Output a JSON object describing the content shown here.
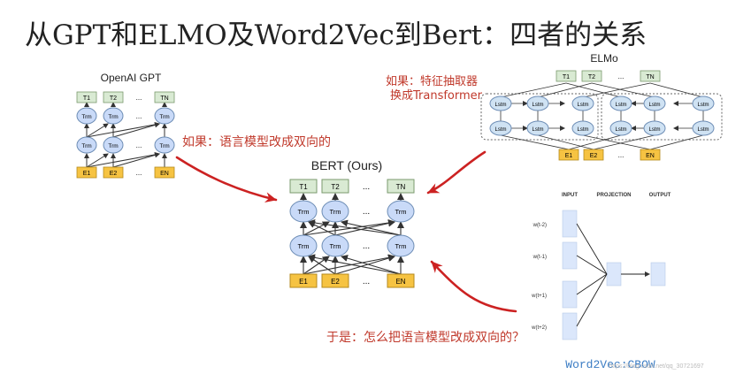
{
  "title": "从GPT和ELMO及Word2Vec到Bert：四者的关系",
  "colors": {
    "green_box": "#d9ead3",
    "yellow_box": "#f6c342",
    "trm_fill": "#c9daf8",
    "lstm_fill": "#cfe2f3",
    "node_stroke": "#6d8db5",
    "red_text": "#c0392b",
    "arrow_red": "#cc2222",
    "w2v_block": "#dbe7fb",
    "w2v_label": "#3c7dc4"
  },
  "gpt": {
    "title": "OpenAI GPT",
    "outputs": [
      "T1",
      "T2",
      "...",
      "TN"
    ],
    "layer_label": "Trm",
    "inputs": [
      "E1",
      "E2",
      "...",
      "EN"
    ]
  },
  "elmo": {
    "title": "ELMo",
    "outputs": [
      "T1",
      "T2",
      "...",
      "TN"
    ],
    "cell_label": "Lstm",
    "inputs": [
      "E1",
      "E2",
      "...",
      "EN"
    ]
  },
  "bert": {
    "title": "BERT (Ours)",
    "outputs": [
      "T1",
      "T2",
      "...",
      "TN"
    ],
    "layer_label": "Trm",
    "inputs": [
      "E1",
      "E2",
      "...",
      "EN"
    ]
  },
  "w2v": {
    "headers": [
      "INPUT",
      "PROJECTION",
      "OUTPUT"
    ],
    "inputs": [
      "w(t-2)",
      "w(t-1)",
      "w(t+1)",
      "w(t+2)"
    ],
    "caption": "Word2Vec:CBOW",
    "watermark": "https://blog.csdn.net/qq_30721697"
  },
  "annotations": {
    "gpt_to_bert": "如果：语言模型改成双向的",
    "elmo_to_bert_line1": "如果：特征抽取器",
    "elmo_to_bert_line2": "换成Transformer",
    "w2v_to_bert": "于是：怎么把语言模型改成双向的？"
  }
}
